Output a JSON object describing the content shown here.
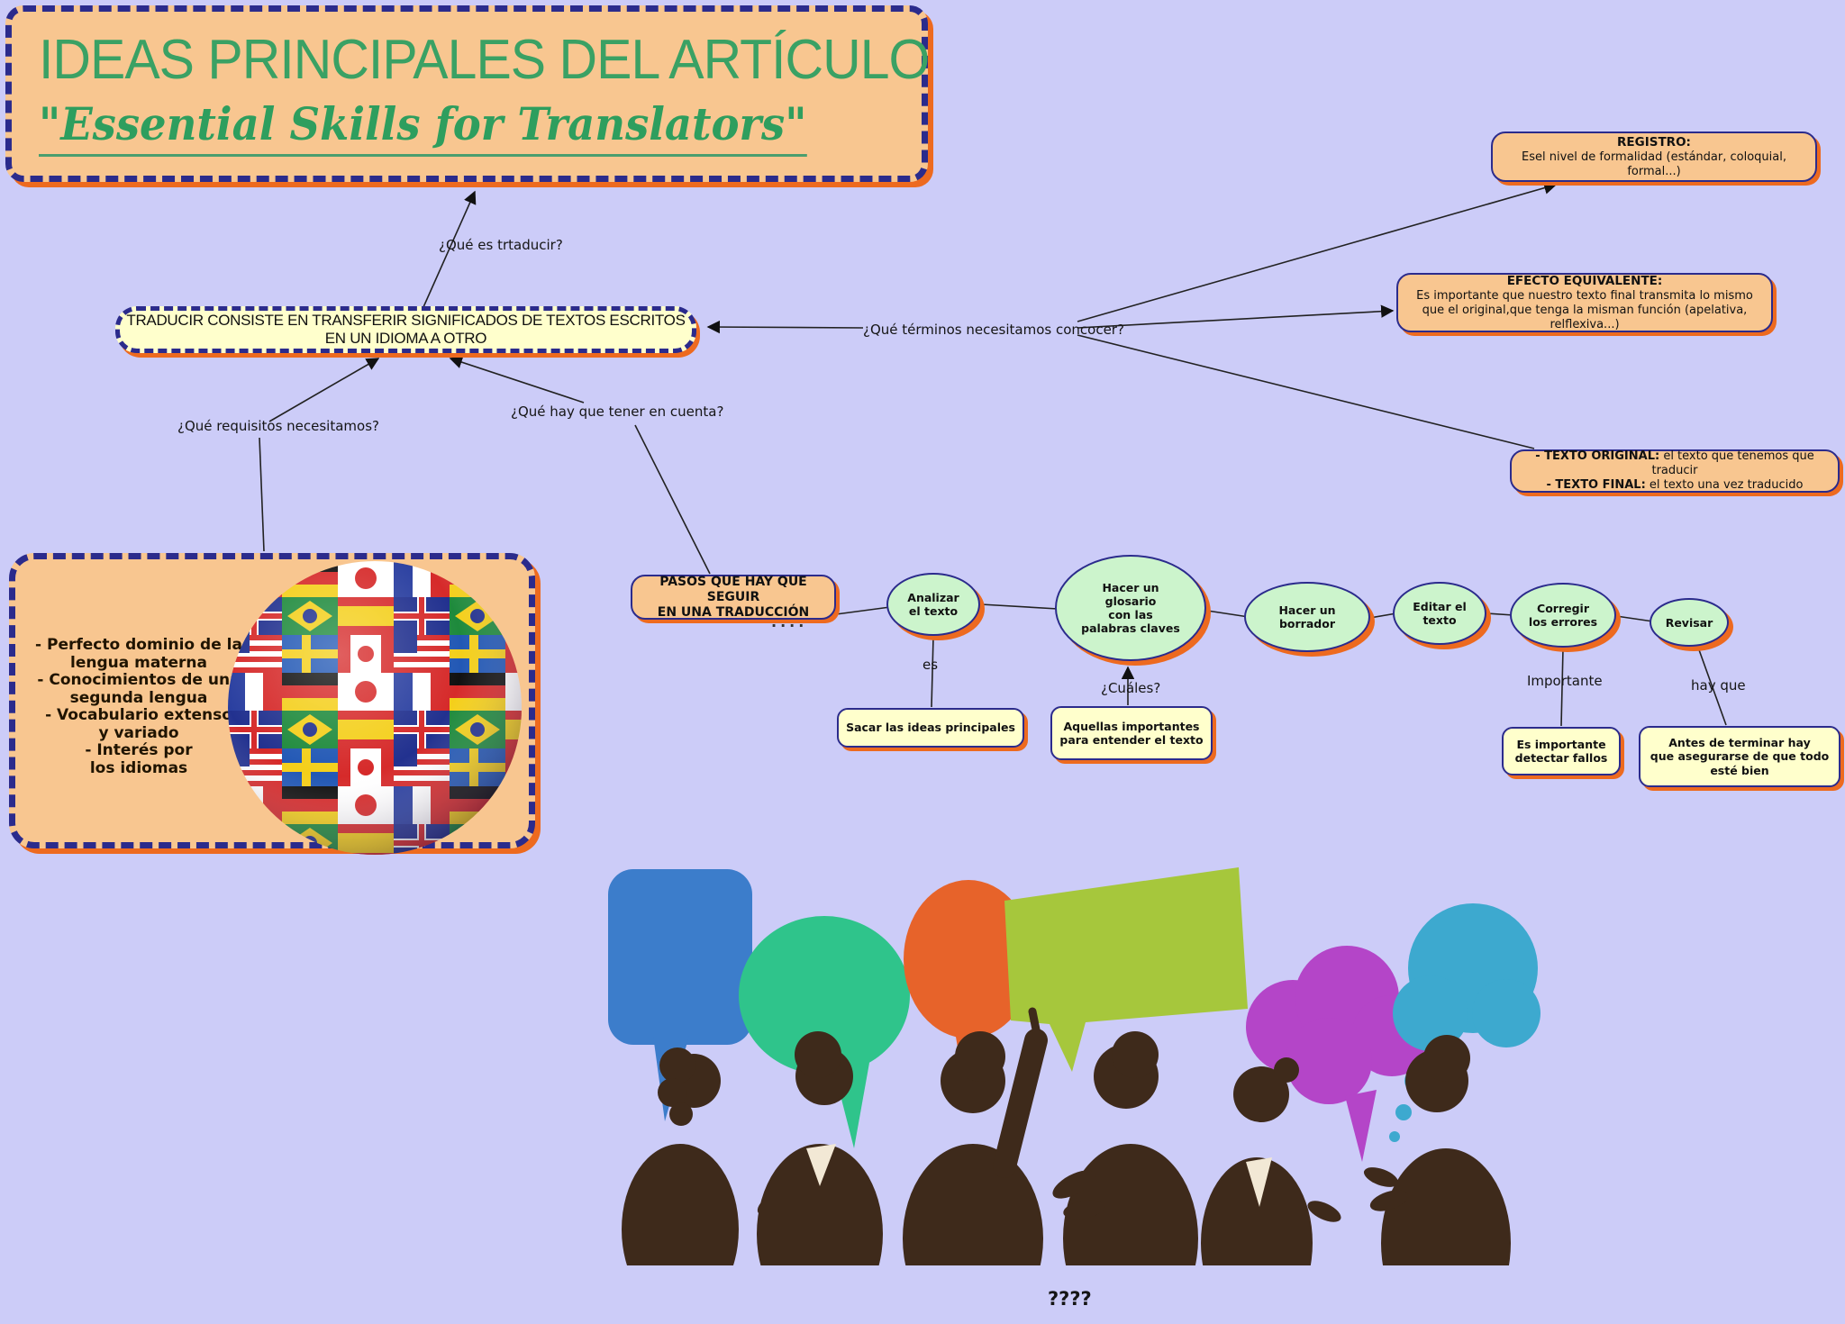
{
  "colors": {
    "background": "#ccccf8",
    "panel_orange": "#f8c690",
    "node_yellow": "#ffffcc",
    "step_green": "#ccf4cc",
    "border_navy": "#2b2b8c",
    "shadow_orange": "#ed6a1f",
    "title_green": "#3aa164",
    "bubble_blue": "#3c7dcb",
    "bubble_green": "#2fc48b",
    "bubble_orange": "#e7632a",
    "bubble_yellowgreen": "#a6c73c",
    "bubble_purple": "#b445c8",
    "bubble_teal": "#3da9cf",
    "silhouette_brown": "#3e2a1b"
  },
  "title": {
    "line1": "IDEAS PRINCIPALES DEL ARTÍCULO",
    "line2": "\"Essential Skills for Translators\""
  },
  "main_node": {
    "text": "TRADUCIR CONSISTE EN TRANSFERIR SIGNIFICADOS DE TEXTOS ESCRITOS EN UN IDIOMA A OTRO"
  },
  "registro": {
    "title": "REGISTRO:",
    "body": "Esel nivel  de formalidad (estándar, coloquial, formal...)"
  },
  "efecto": {
    "title": "EFECTO EQUIVALENTE:",
    "body": "Es importante que nuestro texto final transmita lo mismo que el original,que tenga la misman función (apelativa, relflexiva...)"
  },
  "textos": {
    "l1b": "- TEXTO ORIGINAL:",
    "l1": " el texto que tenemos que traducir",
    "l2b": "- TEXTO FINAL:",
    "l2": " el texto una vez traducido"
  },
  "requisitos": {
    "lines": [
      "-  Perfecto dominio de la",
      "lengua materna",
      "- Conocimientos de una",
      "segunda lengua",
      "- Vocabulario extenso",
      "y variado",
      "- Interés por",
      "los idiomas"
    ]
  },
  "pasos": {
    "lines": [
      "PASOS QUE HAY QUE SEGUIR",
      "EN UNA TRADUCCIÓN"
    ]
  },
  "steps": {
    "analizar": {
      "lines": [
        "Analizar",
        "el texto"
      ]
    },
    "glosario": {
      "lines": [
        "Hacer  un",
        "glosario",
        "con las",
        "palabras claves"
      ]
    },
    "borrador": {
      "lines": [
        "Hacer un",
        "borrador"
      ]
    },
    "editar": {
      "lines": [
        "Editar el",
        "texto"
      ]
    },
    "corregir": {
      "lines": [
        "Corregir",
        "los errores"
      ]
    },
    "revisar": {
      "lines": [
        "Revisar"
      ]
    }
  },
  "leaves": {
    "sacar": {
      "lines": [
        "Sacar las ideas principales"
      ]
    },
    "aquellas": {
      "lines": [
        "Aquellas importantes",
        "para entender el texto"
      ]
    },
    "fallos": {
      "lines": [
        "Es importante",
        "detectar fallos"
      ]
    },
    "antes": {
      "lines": [
        "Antes de terminar hay",
        "que asegurarse de que todo",
        "esté bien"
      ]
    }
  },
  "link_labels": {
    "que_es": "¿Qué es trtaducir?",
    "terminos": "¿Qué términos necesitamos concocer?",
    "requisitos": "¿Qué requisitos necesitamos?",
    "cuenta": "¿Qué hay que tener en cuenta?",
    "es": "es",
    "cuales": "¿Cuáles?",
    "importante": "Importante",
    "hay_que": "hay que",
    "dots": "....",
    "questions": "????"
  }
}
